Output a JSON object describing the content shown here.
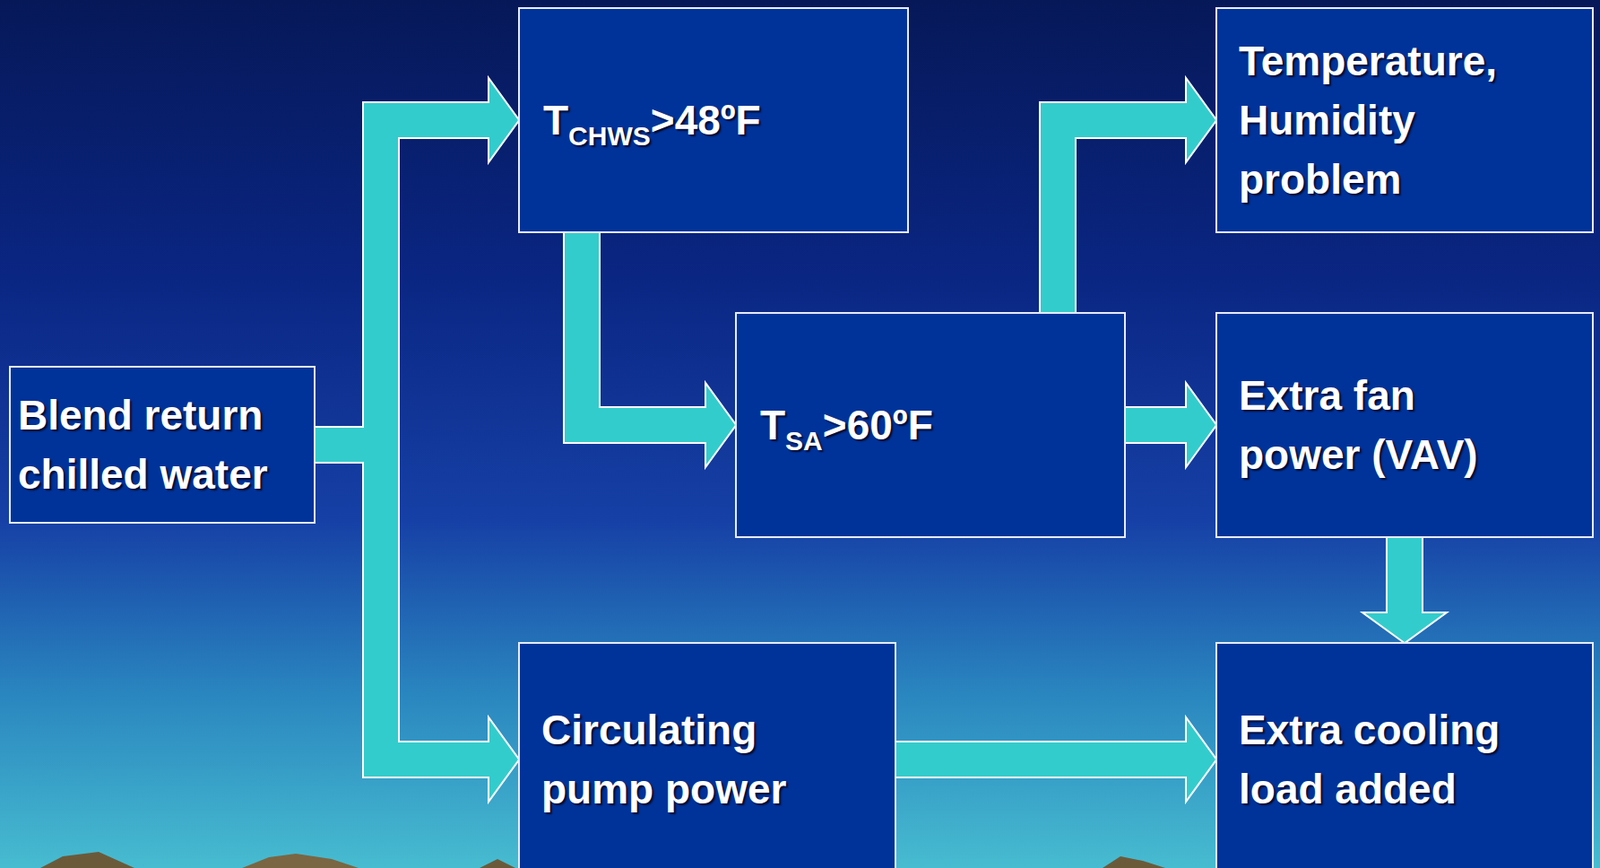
{
  "diagram": {
    "nodes": [
      {
        "text": [
          "Blend return chilled water"
        ]
      },
      {
        "text": [
          "T",
          "CHWS",
          ">48ºF"
        ]
      },
      {
        "text": [
          "Temperature, Humidity problem"
        ]
      },
      {
        "text": [
          "T",
          "SA",
          ">60ºF"
        ]
      },
      {
        "text": [
          "Extra fan power (VAV)"
        ]
      },
      {
        "text": [
          "Circulating pump power"
        ]
      },
      {
        "text": [
          "Extra cooling load added"
        ]
      }
    ],
    "edges": [
      {
        "from": 0,
        "to": 1,
        "arrow": "to"
      },
      {
        "from": 0,
        "to": 5,
        "arrow": "to"
      },
      {
        "from": 1,
        "to": 3,
        "arrow": "to"
      },
      {
        "from": 3,
        "to": 2,
        "arrow": "to"
      },
      {
        "from": 3,
        "to": 4,
        "arrow": "to"
      },
      {
        "from": 4,
        "to": 6,
        "arrow": "to"
      },
      {
        "from": 5,
        "to": 6,
        "arrow": "to"
      }
    ]
  }
}
